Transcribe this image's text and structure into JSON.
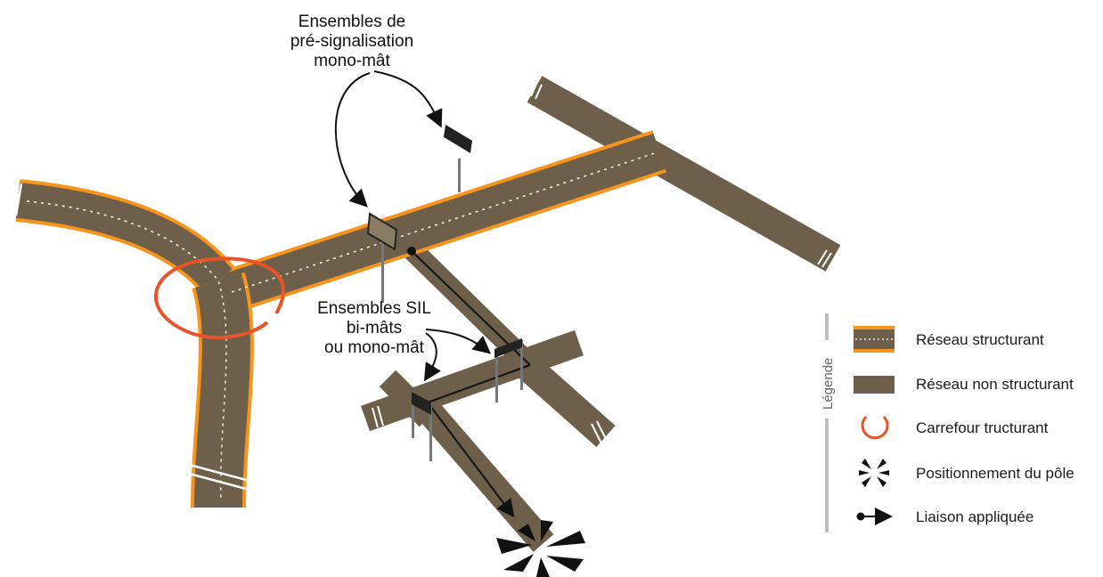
{
  "callouts": {
    "presignal": [
      "Ensembles de",
      "pré-signalisation",
      "mono-mât"
    ],
    "sil": [
      "Ensembles SIL",
      "bi-mâts",
      "ou mono-mât"
    ]
  },
  "legend": {
    "title": "Légende",
    "items": [
      {
        "label": "Réseau structurant",
        "icon": "structuring-road-swatch"
      },
      {
        "label": "Réseau non structurant",
        "icon": "non-structuring-road-swatch"
      },
      {
        "label": "Carrefour tructurant",
        "icon": "junction-circle-icon"
      },
      {
        "label": "Positionnement du pôle",
        "icon": "pole-burst-icon"
      },
      {
        "label": "Liaison appliquée",
        "icon": "link-arrow-icon"
      }
    ]
  },
  "colors": {
    "road": "#6e5f4b",
    "road_edge": "#f7941d",
    "junction": "#e8542a",
    "line": "#111111",
    "dashes": "#f0ece4",
    "legend_rule": "#bdbdbd"
  }
}
